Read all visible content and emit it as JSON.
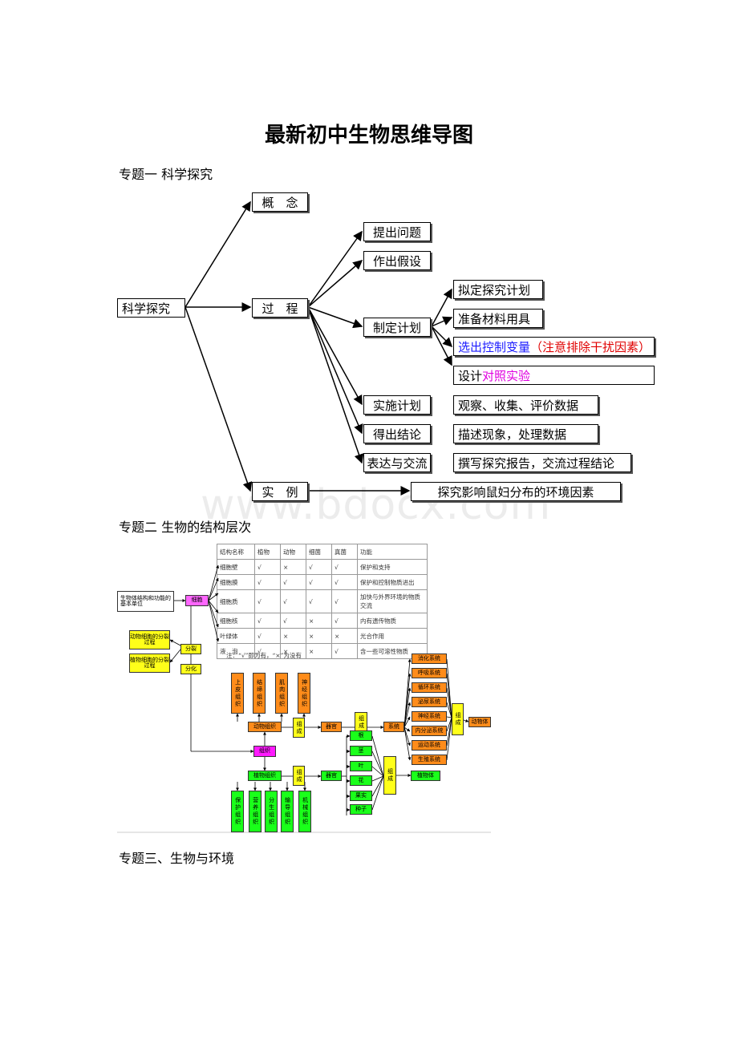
{
  "title": "最新初中生物思维导图",
  "section1": {
    "heading": "专题一 科学探究",
    "root": "科学探究",
    "concept": "概　念",
    "process": "过　程",
    "example": "实　例",
    "example_detail": "探究影响鼠妇分布的环境因素",
    "steps": [
      "提出问题",
      "作出假设",
      "制定计划",
      "实施计划",
      "得出结论",
      "表达与交流"
    ],
    "plan_items": {
      "a": "拟定探究计划",
      "b": "准备材料用具",
      "c_blue": "选出控制变量",
      "c_red": "（注意排除干扰因素）",
      "d_black": "设计",
      "d_mag": "对照实验"
    },
    "details": [
      "观察、收集、评价数据",
      "描述现象，处理数据",
      "撰写探究报告，交流过程结论"
    ]
  },
  "section2": {
    "heading": "专题二 生物的结构层次",
    "table": {
      "headers": [
        "结构名称",
        "植物",
        "动物",
        "细菌",
        "真菌",
        "功能"
      ],
      "rows": [
        [
          "细胞壁",
          "√",
          "×",
          "√",
          "√",
          "保护和支持"
        ],
        [
          "细胞膜",
          "√",
          "√",
          "√",
          "√",
          "保护和控制物质进出"
        ],
        [
          "细胞质",
          "√",
          "√",
          "√",
          "√",
          "加快与外界环境的物质交流"
        ],
        [
          "细胞核",
          "√",
          "√",
          "×",
          "√",
          "内有遗传物质"
        ],
        [
          "叶绿体",
          "√",
          "×",
          "×",
          "×",
          "光合作用"
        ],
        [
          "液　泡",
          "√",
          "×",
          "×",
          "√",
          "含一些可溶性物质"
        ]
      ],
      "note": "注：“√”即为有，“×”为没有"
    },
    "unit_label": "生物体结构和功能的基本单位",
    "cell": "细胞",
    "animal_division": "动物细胞的分裂过程",
    "plant_division": "植物细胞的分裂过程",
    "split": "分裂",
    "differentiate": "分化",
    "animal_tissues": [
      "上皮组织",
      "结缔组织",
      "肌肉组织",
      "神经组织"
    ],
    "animal_tissue": "动物组织",
    "compose": "组成",
    "organ": "器官",
    "system": "系统",
    "systems": [
      "消化系统",
      "呼吸系统",
      "循环系统",
      "泌尿系统",
      "神经系统",
      "内分泌系统",
      "运动系统",
      "生殖系统"
    ],
    "animal_body": "动物体",
    "tissue": "组织",
    "plant_tissue": "植物组织",
    "plant_tissues": [
      "保护组织",
      "营养组织",
      "分生组织",
      "输导组织",
      "机械组织"
    ],
    "plant_organs": [
      "根",
      "茎",
      "叶",
      "花",
      "果实",
      "种子"
    ],
    "plant_body": "植物体"
  },
  "section3": {
    "heading": "专题三、生物与环境"
  },
  "watermark": "www.bdocx.com"
}
